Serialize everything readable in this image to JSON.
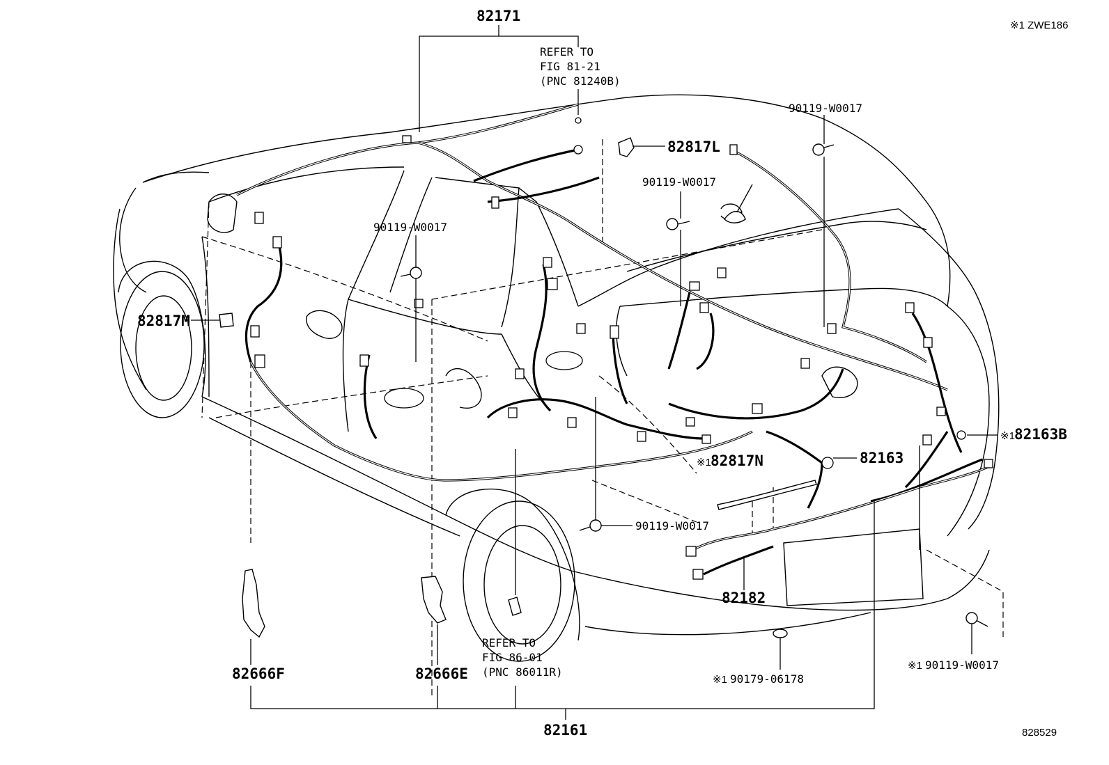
{
  "header": {
    "variant_note": "※1 ZWE186"
  },
  "footer": {
    "figure_code": "828529"
  },
  "references": {
    "top": {
      "line1": "REFER TO",
      "line2": "FIG 81-21",
      "line3": "(PNC 81240B)"
    },
    "bottom": {
      "line1": "REFER TO",
      "line2": "FIG 86-01",
      "line3": "(PNC 86011R)"
    }
  },
  "parts": {
    "p82171": "82171",
    "p82817L": "82817L",
    "p82817M": "82817M",
    "p82163B": "82163B",
    "p82817N": "82817N",
    "p82163": "82163",
    "p82182": "82182",
    "p82666F": "82666F",
    "p82666E": "82666E",
    "p82161": "82161",
    "bolt_top_right": "90119-W0017",
    "bolt_center": "90119-W0017",
    "bolt_left": "90119-W0017",
    "bolt_lower": "90119-W0017",
    "bolt_far_right": "90119-W0017",
    "clip_bottom": "90179-06178"
  },
  "markers": {
    "note1": "※1"
  }
}
